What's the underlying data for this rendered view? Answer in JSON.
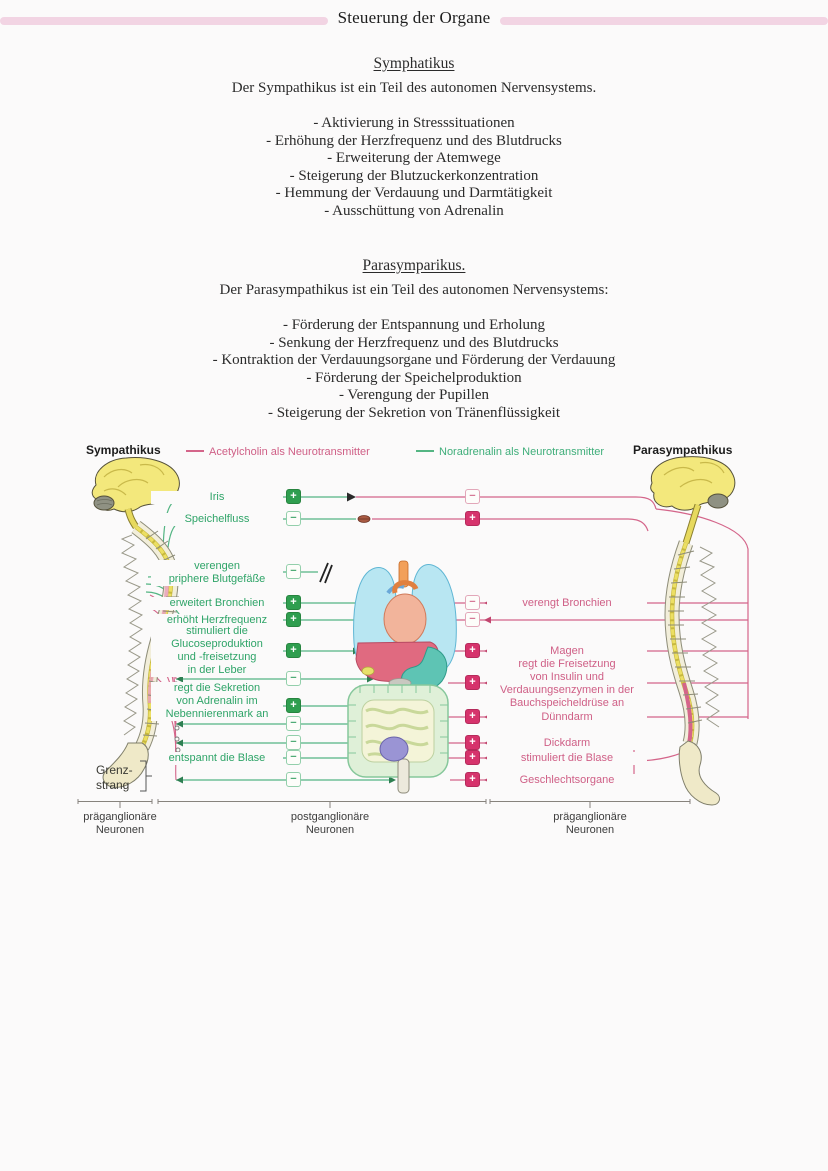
{
  "page": {
    "title": "Steuerung der Organe"
  },
  "sections": [
    {
      "heading": "Symphatikus",
      "intro": "Der Sympathikus ist ein Teil des autonomen Nervensystems.",
      "items": [
        "- Aktivierung in Stresssituationen",
        "- Erhöhung der Herzfrequenz und des Blutdrucks",
        "- Erweiterung der Atemwege",
        "- Steigerung der Blutzuckerkonzentration",
        "- Hemmung der Verdauung und Darmtätigkeit",
        "- Ausschüttung von Adrenalin"
      ]
    },
    {
      "heading": "Parasymparikus.",
      "intro": "Der Parasympathikus ist ein Teil des autonomen Nervensystems:",
      "items": [
        "- Förderung der Entspannung und Erholung",
        "- Senkung der Herzfrequenz und des Blutdrucks",
        "- Kontraktion der Verdauungsorgane und Förderung der Verdauung",
        "- Förderung der Speichelproduktion",
        "- Verengung der Pupillen",
        "- Steigerung der Sekretion von Tränenflüssigkeit"
      ]
    }
  ],
  "diagram": {
    "left_system": "Sympathikus",
    "right_system": "Parasympathikus",
    "legend": {
      "acetylcholin": "Acetylcholin als Neurotransmitter",
      "noradrenalin": "Noradrenalin als Neurotransmitter"
    },
    "colors": {
      "accent_bar": "#f2d4e3",
      "sympathetic_line_green": "#54b583",
      "parasympathetic_line_pink": "#d4658a",
      "plus_box_green": "#2f9e4f",
      "plus_box_pink": "#d6336c"
    },
    "rows": [
      {
        "left_label": "Iris",
        "left_sign": "+",
        "right_sign": "−"
      },
      {
        "left_label": "Speichelfluss",
        "left_sign": "−",
        "right_sign": "+"
      },
      {
        "left_label": "verengen\npriphere Blutgefäße",
        "left_sign": "−"
      },
      {
        "left_label": "erweitert Bronchien",
        "left_sign": "+",
        "right_label": "verengt Bronchien",
        "right_sign": "−"
      },
      {
        "left_label": "erhöht Herzfrequenz",
        "left_sign": "+",
        "right_sign": "−"
      },
      {
        "left_label": "stimuliert die\nGlucoseproduktion\nund -freisetzung\nin der Leber",
        "left_sign": "+",
        "right_label": "Magen",
        "right_sign": "+"
      },
      {
        "left_sign": "−",
        "right_label": "regt die Freisetzung\nvon Insulin und\nVerdauungsenzymen in der\nBauchspeicheldrüse an",
        "right_sign": "+"
      },
      {
        "left_label": "regt die Sekretion\nvon Adrenalin im\nNebennierenmark an",
        "left_sign": "+"
      },
      {
        "left_sign": "−",
        "right_label": "Dünndarm",
        "right_sign": "+"
      },
      {
        "left_sign": "−",
        "right_label": "Dickdarm",
        "right_sign": "+"
      },
      {
        "left_label": "entspannt die Blase",
        "left_sign": "−",
        "right_label": "stimuliert die Blase",
        "right_sign": "+"
      },
      {
        "left_sign": "−",
        "right_label": "Geschlechtsorgane",
        "right_sign": "+"
      }
    ],
    "grenzstrang": "Grenz-\nstrang",
    "bottom_labels": {
      "left": "präganglionäre\nNeuronen",
      "middle": "postganglionäre\nNeuronen",
      "right": "präganglionäre\nNeuronen"
    }
  }
}
